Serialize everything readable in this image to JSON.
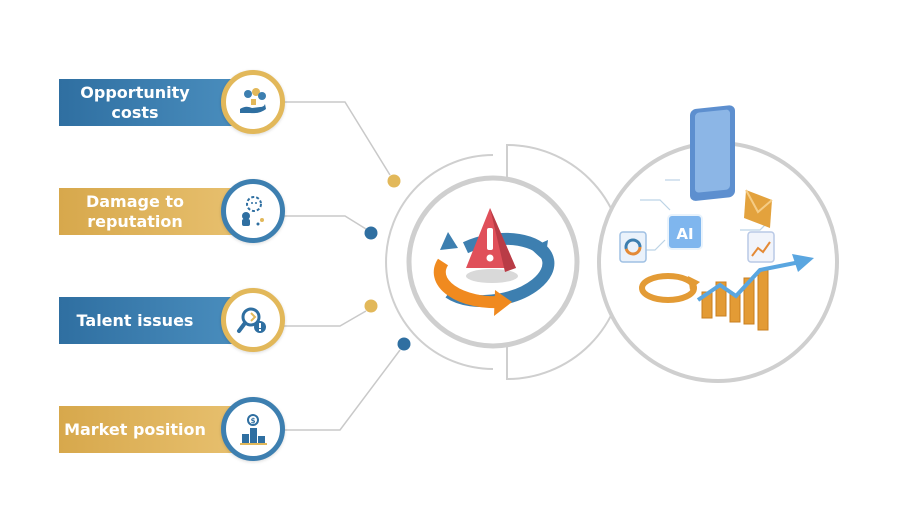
{
  "items": [
    {
      "label": "Opportunity\ncosts",
      "icon": "money-hand-icon"
    },
    {
      "label": "Damage to\nreputation",
      "icon": "worried-person-icon"
    },
    {
      "label": "Talent issues",
      "icon": "magnifier-alert-icon"
    },
    {
      "label": "Market position",
      "icon": "podium-coin-icon"
    }
  ],
  "center": {
    "icon": "cycle-alert-icon"
  },
  "right": {
    "icon": "ai-analytics-icon",
    "ai_text": "AI"
  },
  "colors": {
    "blue": "#3d7fb0",
    "gold": "#e2b85a",
    "orange": "#f08a1f",
    "gray": "#c9c9c9",
    "red": "#e0505a"
  }
}
